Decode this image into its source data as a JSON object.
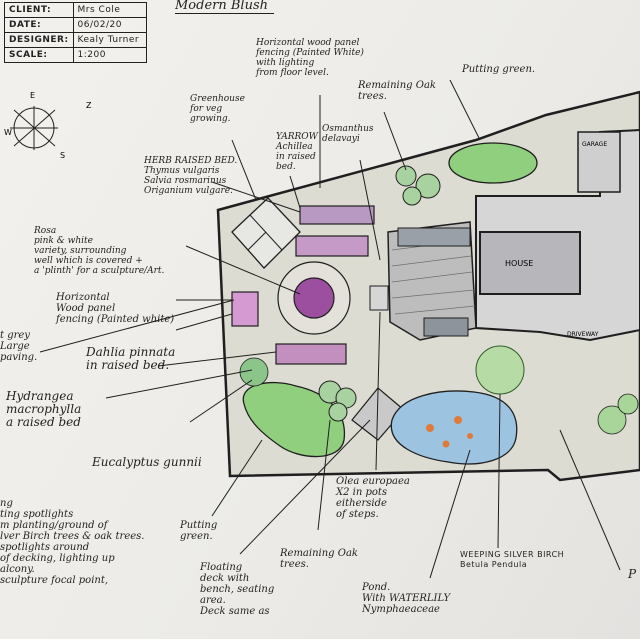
{
  "title_block": {
    "rows": [
      {
        "key": "CLIENT:",
        "value": "Mrs Cole"
      },
      {
        "key": "DATE:",
        "value": "06/02/20"
      },
      {
        "key": "DESIGNER:",
        "value": "Kealy Turner"
      },
      {
        "key": "SCALE:",
        "value": "1:200"
      }
    ]
  },
  "plan_title": "Modern Blush",
  "compass": {
    "letters": [
      "E",
      "Z",
      "W",
      "S"
    ]
  },
  "labels": {
    "fencing_top": "Horizontal wood panel\nfencing (Painted White)\nwith lighting\nfrom floor level.",
    "putting_green_top": "Putting green.",
    "remaining_oak_top": "Remaining Oak\ntrees.",
    "greenhouse": "Greenhouse\nfor veg\ngrowing.",
    "yarrow": "YARROW\nAchillea\nin raised\nbed.",
    "osmanthus": "Osmanthus\ndelavayi",
    "herb_bed": "HERB RAISED BED.\nThymus vulgaris\nSalvia rosmarinus\nOriganium vulgare.",
    "garage": "GARAGE",
    "rosa": "Rosa\npink & white\nvariety, surrounding\nwell which is covered +\na 'plinth' for a sculpture/Art.",
    "house": "HOUSE",
    "fencing_left": "Horizontal\nWood panel\nfencing (Painted white)",
    "driveway": "DRIVEWAY",
    "grey_paving": "t grey\nLarge\npaving.",
    "dahlia": "Dahlia pinnata\nin raised bed.",
    "hydrangea": "Hydrangea\nmacrophylla\na raised bed",
    "eucalyptus": "Eucalyptus gunnii",
    "lighting_notes": "ng\nting spotlights\nm planting/ground of\nlver Birch trees & oak trees.\nspotlights around\nof decking, lighting up\nalcony.\nsculpture focal point,",
    "olea": "Olea europaea\nX2 in pots\neitherside\nof steps.",
    "putting_green_bottom": "Putting\ngreen.",
    "weeping_birch": "WEEPING SILVER BIRCH\nBetula Pendula",
    "remaining_oak_bottom": "Remaining Oak\ntrees.",
    "floating_deck": "Floating\ndeck with\nbench, seating\narea.\nDeck same as",
    "pond": "Pond.\nWith WATERLILY\nNymphaeaceae",
    "right_edge_p": "P"
  },
  "colors": {
    "ink": "#1f1f1f",
    "lawn": "#8fcf7e",
    "pond": "#9cc3e0",
    "roses": "#9c4f9e",
    "ground": "#dcdcd2",
    "deck": "#b9b9b9"
  }
}
